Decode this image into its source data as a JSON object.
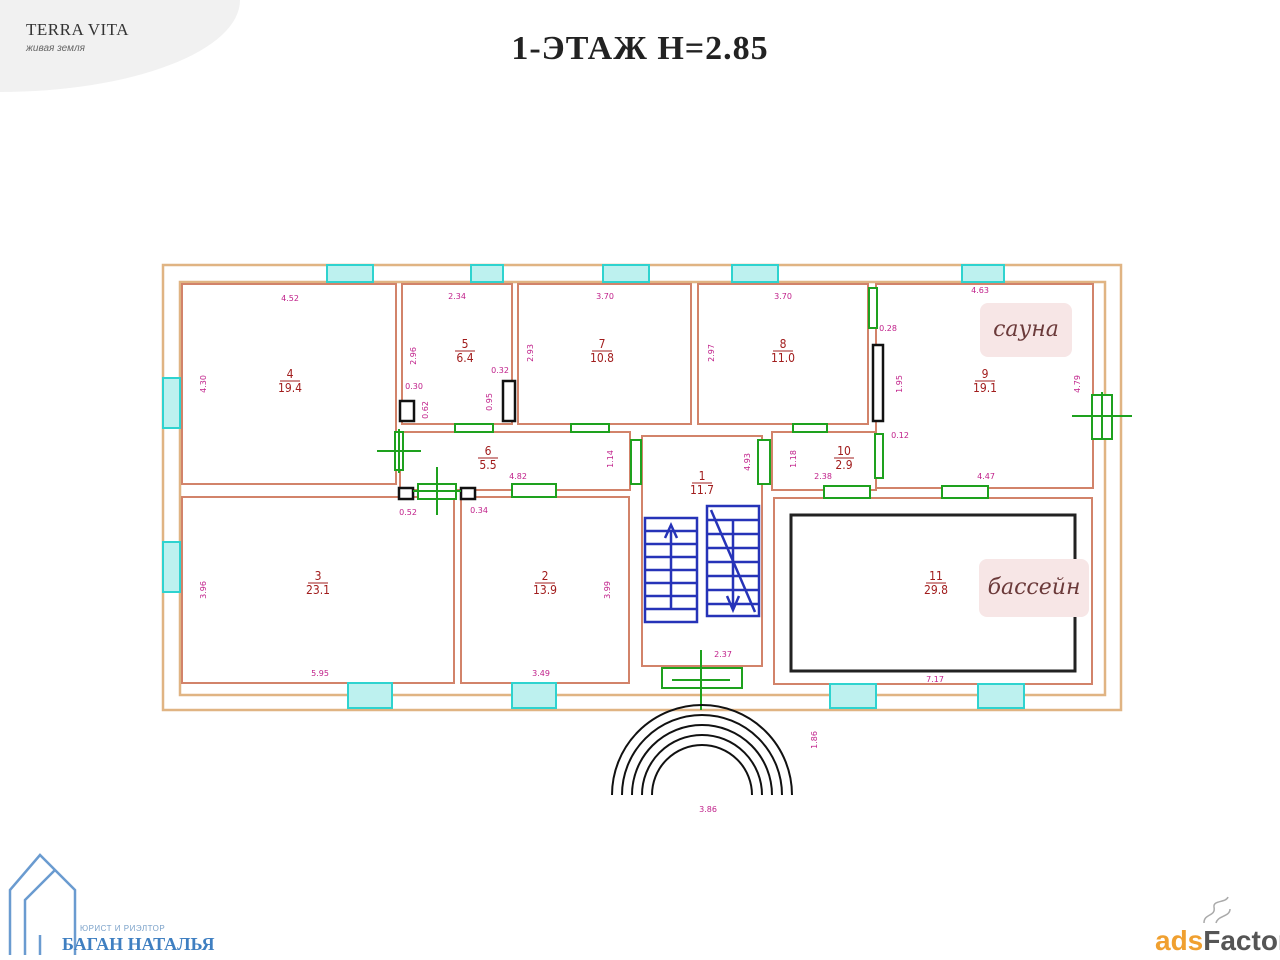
{
  "brand": {
    "title": "TERRA VITA",
    "subtitle": "живая земля"
  },
  "plan_title": "1-ЭТАЖ Н=2.85",
  "tags": {
    "sauna": "сауна",
    "pool": "бассейн"
  },
  "realtor": {
    "caption": "ЮРИСТ И РИЭЛТОР",
    "name": "БАГАН НАТАЛЬЯ"
  },
  "ads_logo": {
    "ads": "ads",
    "factory": "Factory"
  },
  "colors": {
    "wall_outer": "#e0b483",
    "wall_inner": "#d2836a",
    "window": "#2fd3cf",
    "door": "#1ea11e",
    "stairs": "#2633b8",
    "label": "#c0208a",
    "room_label": "#a11c1c"
  },
  "rooms": [
    {
      "num": "1",
      "area": "11.7"
    },
    {
      "num": "2",
      "area": "13.9"
    },
    {
      "num": "3",
      "area": "23.1"
    },
    {
      "num": "4",
      "area": "19.4"
    },
    {
      "num": "5",
      "area": "6.4"
    },
    {
      "num": "6",
      "area": "5.5"
    },
    {
      "num": "7",
      "area": "10.8"
    },
    {
      "num": "8",
      "area": "11.0"
    },
    {
      "num": "9",
      "area": "19.1"
    },
    {
      "num": "10",
      "area": "2.9"
    },
    {
      "num": "11",
      "area": "29.8"
    }
  ],
  "dimensions": [
    "4.52",
    "2.34",
    "3.70",
    "3.70",
    "4.63",
    "4.30",
    "2.96",
    "2.93",
    "2.97",
    "4.79",
    "0.30",
    "0.62",
    "0.32",
    "0.95",
    "0.28",
    "1.95",
    "0.12",
    "1.14",
    "1.18",
    "4.82",
    "4.93",
    "2.38",
    "4.47",
    "0.52",
    "0.34",
    "3.96",
    "3.99",
    "5.95",
    "3.49",
    "2.37",
    "7.17",
    "1.86",
    "3.86"
  ]
}
